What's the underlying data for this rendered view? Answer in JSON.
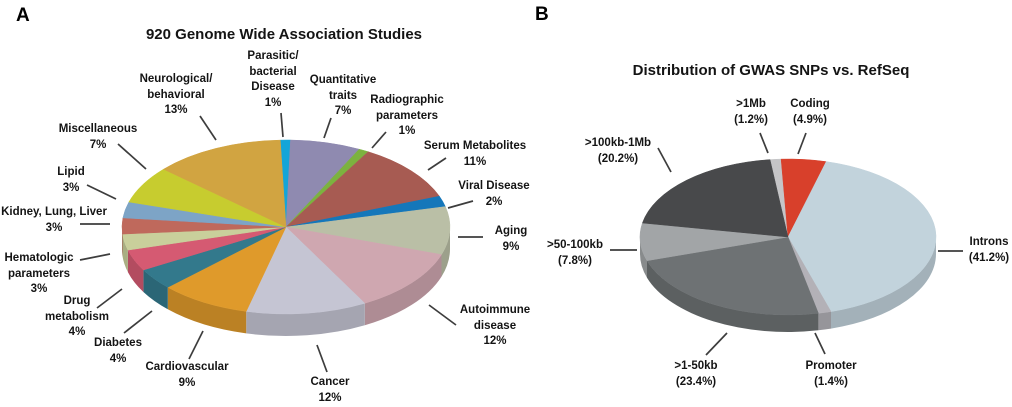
{
  "figure_background": "#ffffff",
  "text_color": "#141414",
  "leader_line_color": "#3d3d3d",
  "chart_data": [
    {
      "type": "pie",
      "projection": "3d",
      "panel_label": "A",
      "title": "920 Genome Wide Association Studies",
      "value_format": "percent",
      "slices": [
        {
          "label": "Parasitic/bacterial Disease",
          "label_lines": [
            "Parasitic/",
            "bacterial",
            "Disease"
          ],
          "pct_label": "1%",
          "value": 1,
          "color": "#14a5d8"
        },
        {
          "label": "Quantitative traits",
          "label_lines": [
            "Quantitative",
            "traits"
          ],
          "pct_label": "7%",
          "value": 7,
          "color": "#8f8ab0"
        },
        {
          "label": "Radiographic parameters",
          "label_lines": [
            "Radiographic",
            "parameters"
          ],
          "pct_label": "1%",
          "value": 1,
          "color": "#7cb23f"
        },
        {
          "label": "Serum Metabolites",
          "label_lines": [
            "Serum Metabolites"
          ],
          "pct_label": "11%",
          "value": 11,
          "color": "#a75b52"
        },
        {
          "label": "Viral Disease",
          "label_lines": [
            "Viral Disease"
          ],
          "pct_label": "2%",
          "value": 2,
          "color": "#1577ba"
        },
        {
          "label": "Aging",
          "label_lines": [
            "Aging"
          ],
          "pct_label": "9%",
          "value": 9,
          "color": "#babfa6"
        },
        {
          "label": "Autoimmune disease",
          "label_lines": [
            "Autoimmune",
            "disease"
          ],
          "pct_label": "12%",
          "value": 12,
          "color": "#cfa7b0"
        },
        {
          "label": "Cancer",
          "label_lines": [
            "Cancer"
          ],
          "pct_label": "12%",
          "value": 12,
          "color": "#c5c5d3"
        },
        {
          "label": "Cardiovascular",
          "label_lines": [
            "Cardiovascular"
          ],
          "pct_label": "9%",
          "value": 9,
          "color": "#df9a2b"
        },
        {
          "label": "Diabetes",
          "label_lines": [
            "Diabetes"
          ],
          "pct_label": "4%",
          "value": 4,
          "color": "#33798c"
        },
        {
          "label": "Drug metabolism",
          "label_lines": [
            "Drug",
            "metabolism"
          ],
          "pct_label": "4%",
          "value": 4,
          "color": "#d55a72"
        },
        {
          "label": "Hematologic parameters",
          "label_lines": [
            "Hematologic",
            "parameters"
          ],
          "pct_label": "3%",
          "value": 3,
          "color": "#c9cf9b"
        },
        {
          "label": "Kidney, Lung, Liver",
          "label_lines": [
            "Kidney, Lung, Liver"
          ],
          "pct_label": "3%",
          "value": 3,
          "color": "#bf695c"
        },
        {
          "label": "Lipid",
          "label_lines": [
            "Lipid"
          ],
          "pct_label": "3%",
          "value": 3,
          "color": "#7da4c6"
        },
        {
          "label": "Miscellaneous",
          "label_lines": [
            "Miscellaneous"
          ],
          "pct_label": "7%",
          "value": 7,
          "color": "#c7cc2f"
        },
        {
          "label": "Neurological/behavioral",
          "label_lines": [
            "Neurological/",
            "behavioral"
          ],
          "pct_label": "13%",
          "value": 13,
          "color": "#d1a441"
        }
      ]
    },
    {
      "type": "pie",
      "projection": "3d",
      "panel_label": "B",
      "title": "Distribution of GWAS SNPs vs. RefSeq",
      "value_format": "percent",
      "slices": [
        {
          "label": ">1Mb",
          "label_lines": [
            ">1Mb"
          ],
          "pct_label": "(1.2%)",
          "value": 1.2,
          "color": "#c5c5c7"
        },
        {
          "label": "Coding",
          "label_lines": [
            "Coding"
          ],
          "pct_label": "(4.9%)",
          "value": 4.9,
          "color": "#d8402b"
        },
        {
          "label": "Introns",
          "label_lines": [
            "Introns"
          ],
          "pct_label": "(41.2%)",
          "value": 41.2,
          "color": "#c2d3dc"
        },
        {
          "label": "Promoter",
          "label_lines": [
            "Promoter"
          ],
          "pct_label": "(1.4%)",
          "value": 1.4,
          "color": "#b3b1b7"
        },
        {
          "label": ">1-50kb",
          "label_lines": [
            ">1-50kb"
          ],
          "pct_label": "(23.4%)",
          "value": 23.4,
          "color": "#6e7274"
        },
        {
          "label": ">50-100kb",
          "label_lines": [
            ">50-100kb"
          ],
          "pct_label": "(7.8%)",
          "value": 7.8,
          "color": "#a2a5a7"
        },
        {
          "label": ">100kb-1Mb",
          "label_lines": [
            ">100kb-1Mb"
          ],
          "pct_label": "(20.2%)",
          "value": 20.2,
          "color": "#48494b"
        }
      ]
    }
  ]
}
